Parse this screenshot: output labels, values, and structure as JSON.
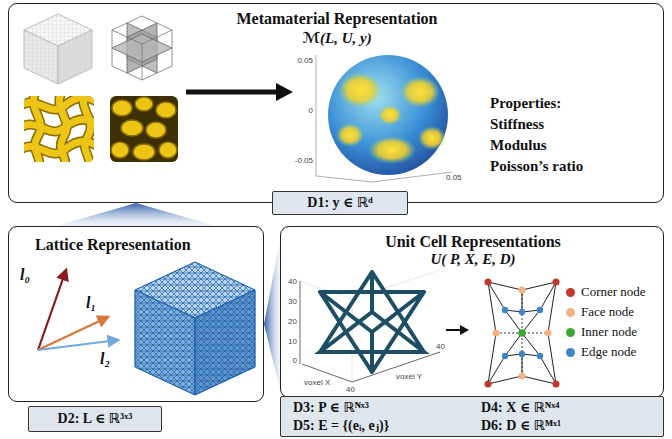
{
  "diagram": {
    "nodes": [
      {
        "text": [
          "Metamaterial Representation",
          "ℳ(L, U, y)"
        ]
      },
      {
        "text": [
          "D1: y ∈ ℝᵈ"
        ]
      },
      {
        "text": [
          "Lattice Representation"
        ]
      },
      {
        "text": [
          "D2: L ∈ ℝ³ˣ³"
        ]
      },
      {
        "text": [
          "Unit Cell Representations",
          "U( P, X, E, D)"
        ]
      },
      {
        "text": [
          "D3: P ∈ ℝᴺˣ³",
          "D4: X ∈ ℝᴺˣ⁴",
          "D5: E = {(eᵢ, eⱼ)}",
          "D6: D ∈ ℝᴹˣ¹"
        ]
      }
    ],
    "edges": [
      {
        "from": 2,
        "to": 0,
        "arrow": "none"
      },
      {
        "from": 2,
        "to": 4,
        "arrow": "none"
      }
    ],
    "labels": [
      "Properties:",
      "Stiffness",
      "Modulus",
      "Poisson’s ratio",
      "0.05",
      "0",
      "-0.05",
      "0.05",
      "l₀",
      "l₁",
      "l₂",
      "40",
      "30",
      "20",
      "10",
      "0",
      "voxel X",
      "voxel Y",
      "40",
      "40"
    ],
    "legend": [
      {
        "text": "Corner node",
        "color": "#c0392b"
      },
      {
        "text": "Face node",
        "color": "#f4b183"
      },
      {
        "text": "Inner node",
        "color": "#38a832"
      },
      {
        "text": "Edge node",
        "color": "#3d85c6"
      }
    ]
  }
}
